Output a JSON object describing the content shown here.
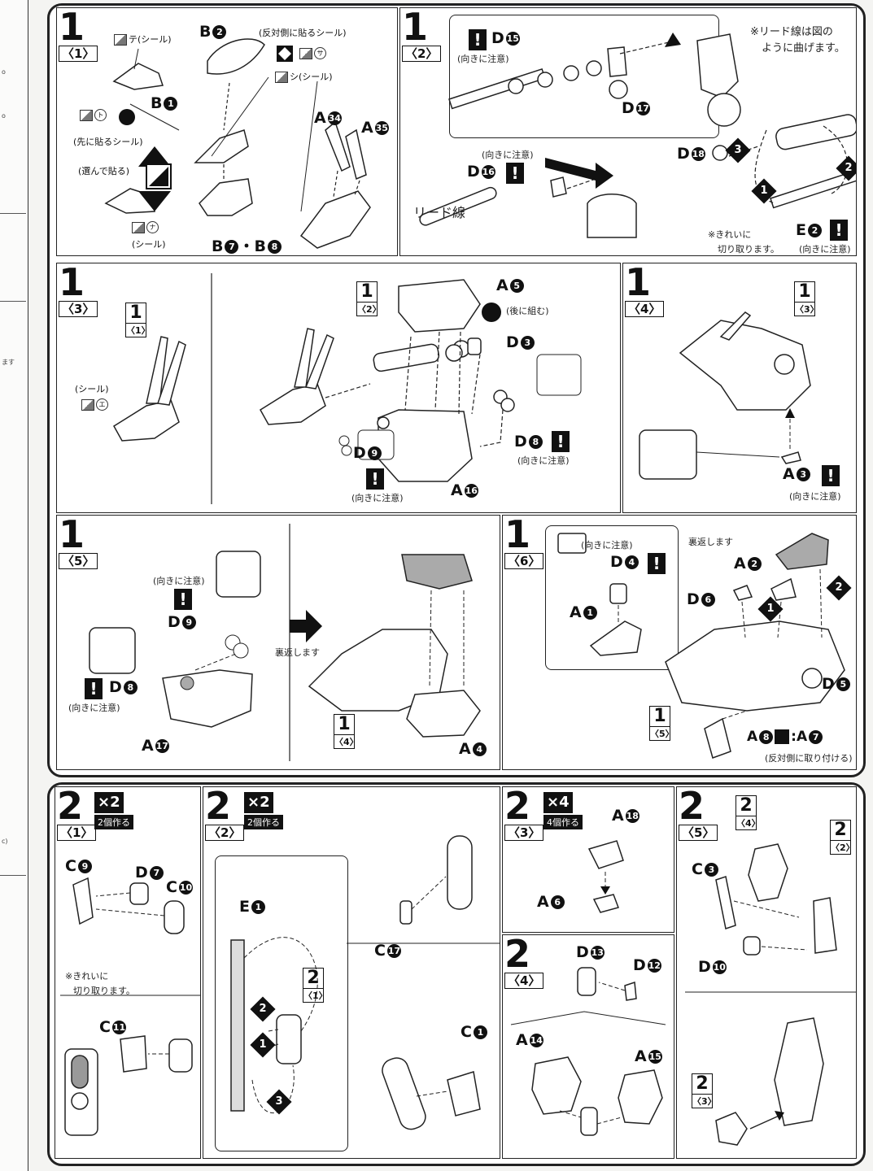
{
  "margin": {
    "fragments": [
      "o",
      "o",
      "ます",
      "c)"
    ]
  },
  "common": {
    "caution": "(向きに注意)",
    "caution_exclaim": "!",
    "flip": "裏返します"
  },
  "step1": {
    "number": "1",
    "panels": [
      {
        "sub": "〈1〉",
        "seals": [
          "テ(シール)",
          "ト",
          "(先に貼るシール)",
          "(選んで貼る)",
          "ナ",
          "(シール)",
          "(反対側に貼るシール)",
          "サ",
          "シ(シール)"
        ],
        "labels": [
          "B",
          "B",
          "B",
          "B",
          "A",
          "A"
        ],
        "circles": [
          "1",
          "2",
          "7",
          "8",
          "34",
          "35"
        ],
        "sep": "・"
      },
      {
        "sub": "〈2〉",
        "labels": [
          "D",
          "D",
          "D",
          "D",
          "E"
        ],
        "circles": [
          "15",
          "17",
          "16",
          "18",
          "2"
        ],
        "notes": [
          "※リード線は図の",
          "ように曲げます。",
          "リード線",
          "※きれいに",
          "切り取ります。"
        ],
        "steps": [
          "3",
          "2",
          "1"
        ]
      },
      {
        "sub": "〈3〉",
        "ref": {
          "n": "1",
          "s": "〈1〉"
        },
        "ref2": {
          "n": "1",
          "s": "〈2〉"
        },
        "seal": [
          "(シール)",
          "エ"
        ],
        "note_after": "(後に組む)",
        "labels": [
          "A",
          "D",
          "D",
          "D",
          "A"
        ],
        "circles": [
          "5",
          "3",
          "9",
          "8",
          "16"
        ]
      },
      {
        "sub": "〈4〉",
        "ref": {
          "n": "1",
          "s": "〈3〉"
        },
        "label": "A",
        "circle": "3"
      },
      {
        "sub": "〈5〉",
        "labels": [
          "D",
          "D",
          "A",
          "A"
        ],
        "circles": [
          "9",
          "8",
          "17",
          "4"
        ],
        "ref": {
          "n": "1",
          "s": "〈4〉"
        }
      },
      {
        "sub": "〈6〉",
        "labels": [
          "D",
          "A",
          "A",
          "D",
          "D",
          "A",
          "A"
        ],
        "circles": [
          "4",
          "1",
          "2",
          "6",
          "5",
          "8",
          "7"
        ],
        "ref": {
          "n": "1",
          "s": "〈5〉"
        },
        "note_opposite": "(反対側に取り付ける)",
        "colon": ":",
        "steps": [
          "1",
          "2"
        ]
      }
    ]
  },
  "step2": {
    "number": "2",
    "panels": [
      {
        "sub": "〈1〉",
        "mult": "×2",
        "mult_note": "2個作る",
        "labels": [
          "C",
          "D",
          "C",
          "C"
        ],
        "circles": [
          "9",
          "7",
          "10",
          "11"
        ],
        "notes": [
          "※きれいに",
          "切り取ります。"
        ]
      },
      {
        "sub": "〈2〉",
        "mult": "×2",
        "mult_note": "2個作る",
        "labels": [
          "E",
          "C",
          "C"
        ],
        "circles": [
          "1",
          "17",
          "1"
        ],
        "ref": {
          "n": "2",
          "s": "〈1〉"
        },
        "steps": [
          "2",
          "1",
          "3"
        ]
      },
      {
        "sub": "〈3〉",
        "mult": "×4",
        "mult_note": "4個作る",
        "labels": [
          "A",
          "A"
        ],
        "circles": [
          "18",
          "6"
        ]
      },
      {
        "sub": "〈4〉",
        "labels": [
          "D",
          "D",
          "A",
          "A"
        ],
        "circles": [
          "13",
          "12",
          "14",
          "15"
        ]
      },
      {
        "sub": "〈5〉",
        "labels": [
          "C",
          "D"
        ],
        "circles": [
          "3",
          "10"
        ],
        "refs": [
          {
            "n": "2",
            "s": "〈4〉"
          },
          {
            "n": "2",
            "s": "〈2〉"
          },
          {
            "n": "2",
            "s": "〈3〉"
          }
        ]
      }
    ]
  }
}
